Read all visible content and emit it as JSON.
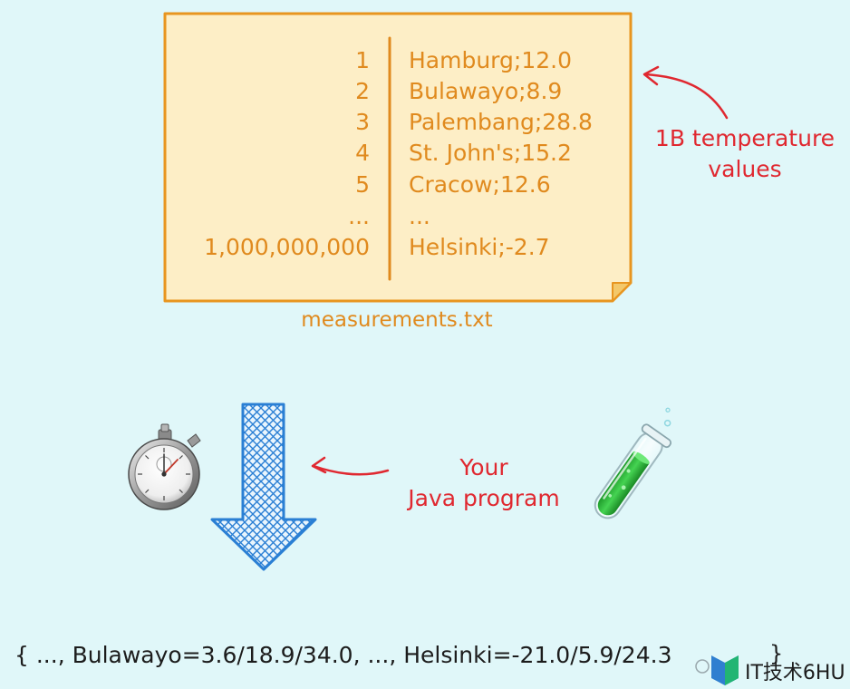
{
  "note": {
    "line_numbers": [
      "1",
      "2",
      "3",
      "4",
      "5",
      "...",
      "1,000,000,000"
    ],
    "lines": [
      "Hamburg;12.0",
      "Bulawayo;8.9",
      "Palembang;28.8",
      "St. John's;15.2",
      "Cracow;12.6",
      "...",
      "Helsinki;-2.7"
    ],
    "filename": "measurements.txt"
  },
  "annotations": {
    "temperature": [
      "1B temperature",
      "values"
    ],
    "program": [
      "Your",
      "Java program"
    ]
  },
  "result": "{ ..., Bulawayo=3.6/18.9/34.0, ..., Helsinki=-21.0/5.9/24.3",
  "result_close": "}",
  "watermark": "IT技术6HU",
  "icons": {
    "stopwatch": "stopwatch-icon",
    "test_tube": "test-tube-icon",
    "arrow": "down-arrow-icon"
  },
  "colors": {
    "background": "#e0f7f9",
    "note_fill": "#fdeec6",
    "note_border": "#e8951f",
    "note_text": "#e08a1e",
    "annotation": "#e02830",
    "arrow_fill": "#2a7fd4",
    "result_text": "#1c1c1c",
    "liquid": "#2fbf3a"
  }
}
